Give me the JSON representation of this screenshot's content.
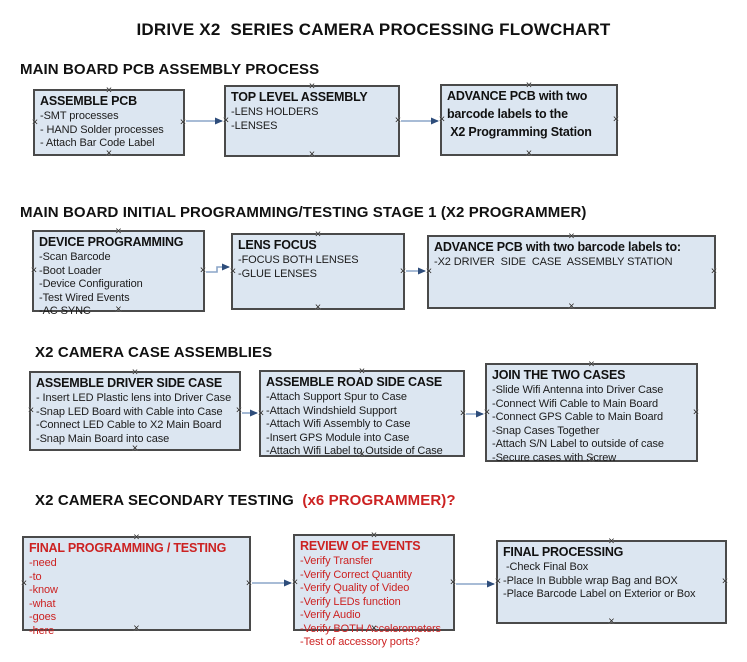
{
  "title": "IDRIVE X2  SERIES CAMERA PROCESSING FLOWCHART",
  "colors": {
    "box_fill": "#dce6f1",
    "box_border": "#4a4a4a",
    "arrow_line": "#8ca6c8",
    "arrow_head": "#2e4d7b",
    "red_text": "#cc2222"
  },
  "sections": [
    {
      "heading": "MAIN BOARD PCB ASSEMBLY PROCESS",
      "heading_suffix": "",
      "boxes": [
        {
          "title": "ASSEMBLE PCB",
          "items": [
            "-SMT processes",
            "- HAND Solder processes",
            "- Attach Bar Code Label"
          ]
        },
        {
          "title": "TOP LEVEL ASSEMBLY",
          "items": [
            "-LENS HOLDERS",
            "-LENSES"
          ]
        },
        {
          "title": "ADVANCE PCB with two",
          "items": [
            "barcode labels to the",
            " X2 Programming Station"
          ]
        }
      ]
    },
    {
      "heading": "MAIN BOARD INITIAL PROGRAMMING/TESTING STAGE 1 (X2 PROGRAMMER)",
      "heading_suffix": "",
      "boxes": [
        {
          "title": "DEVICE PROGRAMMING",
          "items": [
            "-Scan Barcode",
            "-Boot Loader",
            "-Device Configuration",
            "-Test Wired Events",
            "-AC SYNC"
          ]
        },
        {
          "title": "LENS FOCUS",
          "items": [
            "-FOCUS BOTH LENSES",
            "-GLUE LENSES"
          ]
        },
        {
          "title": "ADVANCE PCB with two barcode labels to:",
          "items": [
            "-X2 DRIVER  SIDE  CASE  ASSEMBLY STATION"
          ]
        }
      ]
    },
    {
      "heading": "X2 CAMERA CASE ASSEMBLIES",
      "heading_suffix": "",
      "boxes": [
        {
          "title": "ASSEMBLE DRIVER SIDE CASE",
          "items": [
            "- Insert LED Plastic lens into Driver Case",
            "-Snap LED Board with Cable into Case",
            "-Connect LED Cable to X2 Main Board",
            "-Snap Main Board into case"
          ]
        },
        {
          "title": "ASSEMBLE ROAD SIDE CASE",
          "items": [
            "-Attach Support Spur to Case",
            "-Attach Windshield Support",
            "-Attach Wifi Assembly to Case",
            "-Insert GPS Module into Case",
            "-Attach Wifi Label to Outside of Case"
          ]
        },
        {
          "title": "JOIN THE TWO CASES",
          "items": [
            "-Slide Wifi Antenna into Driver Case",
            "-Connect Wifi Cable to Main Board",
            "-Connect GPS Cable to Main Board",
            "-Snap Cases Together",
            "-Attach S/N Label to outside of case",
            "-Secure cases with Screw"
          ]
        }
      ]
    },
    {
      "heading": "X2 CAMERA SECONDARY TESTING  ",
      "heading_suffix": "(x6 PROGRAMMER)?",
      "boxes": [
        {
          "title": "FINAL PROGRAMMING / TESTING",
          "red": true,
          "items": [
            "-need",
            "-to",
            "-know",
            "-what",
            "-goes",
            "-here"
          ]
        },
        {
          "title": "REVIEW OF EVENTS",
          "red": true,
          "items": [
            "-Verify Transfer",
            "-Verify Correct Quantity",
            "-Verify Quality of Video",
            "-Verify LEDs function",
            "-Verify Audio",
            "-Verify BOTH Accelerometers",
            "-Test of accessory ports?"
          ]
        },
        {
          "title": "FINAL PROCESSING",
          "items": [
            " -Check Final Box",
            "-Place In Bubble wrap Bag and BOX",
            "-Place Barcode Label on Exterior or Box"
          ]
        }
      ]
    }
  ]
}
